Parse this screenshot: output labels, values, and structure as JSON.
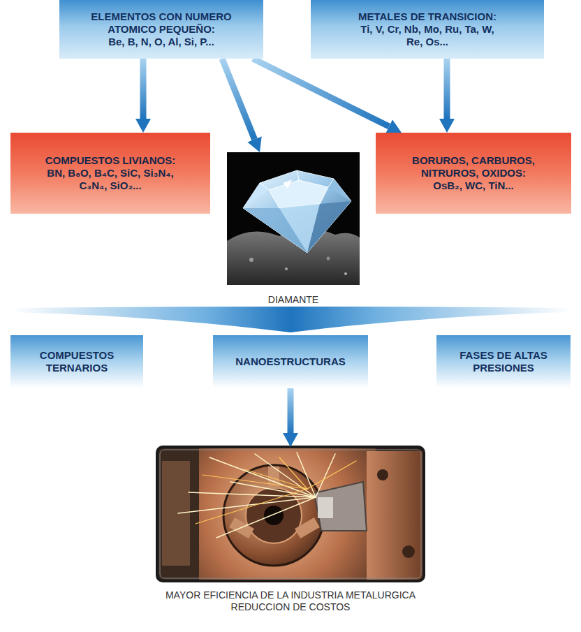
{
  "diagram": {
    "nodes": [
      {
        "text": [
          "ELEMENTOS CON NUMERO ATOMICO PEQUEÑO:",
          "Be, B, N, O, Al, Si, P..."
        ]
      },
      {
        "text": [
          "METALES DE TRANSICION:",
          "Ti, V, Cr, Nb, Mo, Ru, Ta, W, Re, Os..."
        ]
      },
      {
        "text": [
          "COMPUESTOS LIVIANOS:",
          "BN, B₆O, B₄C, SiC, Si₃N₄, C₃N₄, SiO₂..."
        ]
      },
      {
        "text": [
          "DIAMANTE"
        ]
      },
      {
        "text": [
          "BORUROS, CARBUROS, NITRUROS, OXIDOS:",
          "OsB₂, WC, TiN..."
        ]
      },
      {
        "text": [
          "COMPUESTOS TERNARIOS"
        ]
      },
      {
        "text": [
          "NANOESTRUCTURAS"
        ]
      },
      {
        "text": [
          "FASES DE ALTAS PRESIONES"
        ]
      },
      {
        "text": [
          "MAYOR EFICIENCIA DE LA INDUSTRIA METALURGICA",
          "REDUCCION DE COSTOS"
        ]
      }
    ],
    "edges": [
      {
        "from": 0,
        "to": 2,
        "arrow": "to"
      },
      {
        "from": 0,
        "to": 3,
        "arrow": "to"
      },
      {
        "from": 0,
        "to": 4,
        "arrow": "to"
      },
      {
        "from": 1,
        "to": 4,
        "arrow": "to"
      },
      {
        "from": 6,
        "to": 8,
        "arrow": "to"
      }
    ]
  }
}
